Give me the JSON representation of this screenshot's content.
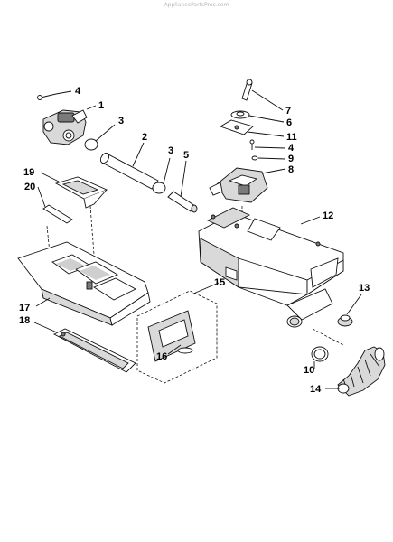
{
  "watermark": "AppliancePartsPros.com",
  "callouts": {
    "c1": "1",
    "c2": "2",
    "c3a": "3",
    "c3b": "3",
    "c4a": "4",
    "c4b": "4",
    "c5": "5",
    "c6": "6",
    "c7": "7",
    "c8": "8",
    "c9": "9",
    "c10": "10",
    "c11": "11",
    "c12": "12",
    "c13": "13",
    "c14": "14",
    "c15": "15",
    "c16": "16",
    "c17": "17",
    "c18": "18",
    "c19": "19",
    "c20": "20"
  }
}
